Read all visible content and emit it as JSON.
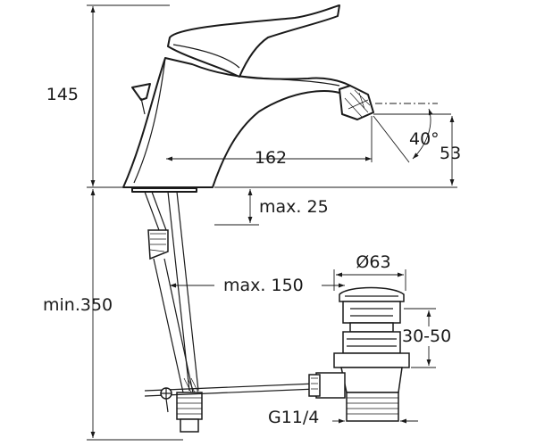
{
  "dimensions": {
    "height_145": "145",
    "reach_162": "162",
    "angle_40": "40°",
    "height_53": "53",
    "max_25": "max. 25",
    "min_350": "min.350",
    "max_150": "max. 150",
    "diameter_63": "Ø63",
    "range_30_50": "30-50",
    "thread": "G11/4"
  },
  "colors": {
    "line": "#1a1a1a",
    "background": "#ffffff"
  }
}
